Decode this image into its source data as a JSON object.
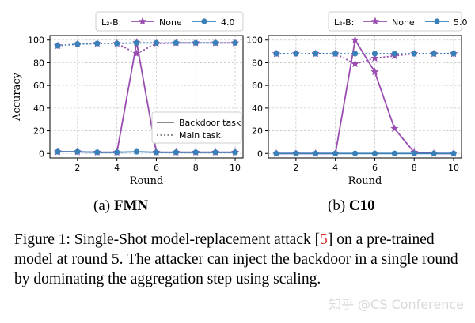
{
  "chart_data": [
    {
      "type": "line",
      "panel": "(a)",
      "subtitle_prefix": "(a)",
      "subtitle_bold": "FMN",
      "legend_title": "L₂-B:",
      "legend_top": [
        {
          "label": "None",
          "color": "#9a4db0",
          "marker": "star"
        },
        {
          "label": "4.0",
          "color": "#3a80b8",
          "marker": "circle"
        }
      ],
      "legend_inner": [
        {
          "label": "Backdoor task",
          "style": "solid"
        },
        {
          "label": "Main task",
          "style": "dotted"
        }
      ],
      "xlabel": "Round",
      "ylabel": "Accuracy",
      "xlim": [
        0.6,
        10.4
      ],
      "ylim": [
        -4,
        104
      ],
      "xticks": [
        2,
        4,
        6,
        8,
        10
      ],
      "yticks": [
        0,
        20,
        40,
        60,
        80,
        100
      ],
      "grid": true,
      "x": [
        1,
        2,
        3,
        4,
        5,
        6,
        7,
        8,
        9,
        10
      ],
      "series": [
        {
          "name": "None",
          "task": "backdoor",
          "style": "solid",
          "color": "#9a4db0",
          "marker": "star",
          "values": [
            1.5,
            1.5,
            1.0,
            1.0,
            98,
            1.0,
            1.0,
            1.0,
            1.0,
            1.0
          ]
        },
        {
          "name": "None",
          "task": "main",
          "style": "dotted",
          "color": "#9a4db0",
          "marker": "star",
          "values": [
            95,
            96.5,
            97,
            97,
            88,
            97,
            97.5,
            97.5,
            97.5,
            97.5
          ]
        },
        {
          "name": "4.0",
          "task": "backdoor",
          "style": "solid",
          "color": "#3a80b8",
          "marker": "circle",
          "values": [
            1.5,
            1.5,
            1.0,
            1.0,
            1.5,
            1.0,
            1.0,
            1.0,
            1.0,
            1.0
          ]
        },
        {
          "name": "4.0",
          "task": "main",
          "style": "dotted",
          "color": "#3a80b8",
          "marker": "circle",
          "values": [
            95,
            96.5,
            97,
            97,
            97.5,
            97.5,
            97.5,
            97.5,
            97.5,
            97.5
          ]
        }
      ]
    },
    {
      "type": "line",
      "panel": "(b)",
      "subtitle_prefix": "(b)",
      "subtitle_bold": "C10",
      "legend_title": "L₂-B:",
      "legend_top": [
        {
          "label": "None",
          "color": "#9a4db0",
          "marker": "star"
        },
        {
          "label": "5.0",
          "color": "#3a80b8",
          "marker": "circle"
        }
      ],
      "xlabel": "Round",
      "ylabel": "",
      "xlim": [
        0.6,
        10.4
      ],
      "ylim": [
        -4,
        104
      ],
      "xticks": [
        2,
        4,
        6,
        8,
        10
      ],
      "yticks": [
        0,
        20,
        40,
        60,
        80,
        100
      ],
      "grid": true,
      "x": [
        1,
        2,
        3,
        4,
        5,
        6,
        7,
        8,
        9,
        10
      ],
      "series": [
        {
          "name": "None",
          "task": "backdoor",
          "style": "solid",
          "color": "#9a4db0",
          "marker": "star",
          "values": [
            0,
            0,
            0,
            0,
            100,
            72,
            22,
            1,
            0,
            0
          ]
        },
        {
          "name": "None",
          "task": "main",
          "style": "dotted",
          "color": "#9a4db0",
          "marker": "star",
          "values": [
            88,
            88,
            88,
            88,
            79,
            84,
            86,
            88,
            88,
            88
          ]
        },
        {
          "name": "5.0",
          "task": "backdoor",
          "style": "solid",
          "color": "#3a80b8",
          "marker": "circle",
          "values": [
            0,
            0,
            0,
            0,
            0,
            0,
            0,
            0,
            0,
            0
          ]
        },
        {
          "name": "5.0",
          "task": "main",
          "style": "dotted",
          "color": "#3a80b8",
          "marker": "circle",
          "values": [
            88,
            88,
            88,
            88,
            88,
            88,
            88,
            88,
            88,
            88
          ]
        }
      ]
    }
  ],
  "caption": {
    "prefix": "Figure 1: Single-Shot model-replacement attack [",
    "ref": "5",
    "suffix": "] on a pre-trained model at round 5. The attacker can inject the backdoor in a single round by dominating the aggregation step using scaling."
  },
  "watermark": "知乎 @CS Conference"
}
